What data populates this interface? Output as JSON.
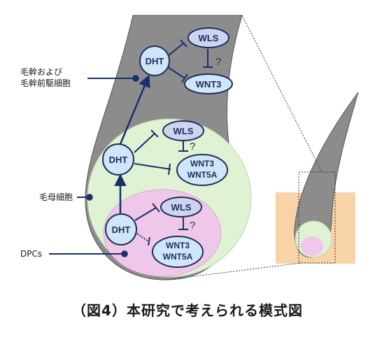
{
  "labels": {
    "hair_shaft": "毛幹および",
    "hair_shaft_2": "毛幹前駆細胞",
    "matrix": "毛母細胞",
    "dpc": "DPCs"
  },
  "nodes": {
    "top": {
      "dht": "DHT",
      "wls": "WLS",
      "wnt": "WNT3",
      "q": "?"
    },
    "mid": {
      "dht": "DHT",
      "wls": "WLS",
      "wnt1": "WNT3",
      "wnt2": "WNT5A",
      "q": "?"
    },
    "bot": {
      "dht": "DHT",
      "wls": "WLS",
      "wnt1": "WNT3",
      "wnt2": "WNT5A",
      "q": "?"
    }
  },
  "caption": "（図4）本研究で考えられる模式図",
  "colors": {
    "shaft": "#8c8c8c",
    "matrix": "#dff2d3",
    "dpc": "#efc7e8",
    "skin": "#f9d3a8",
    "node_fill": "#cfe5f8",
    "node_fill_wls": "#cdd4ee",
    "node_stroke": "#1f2d5c",
    "arrow": "#1a2f6b"
  }
}
